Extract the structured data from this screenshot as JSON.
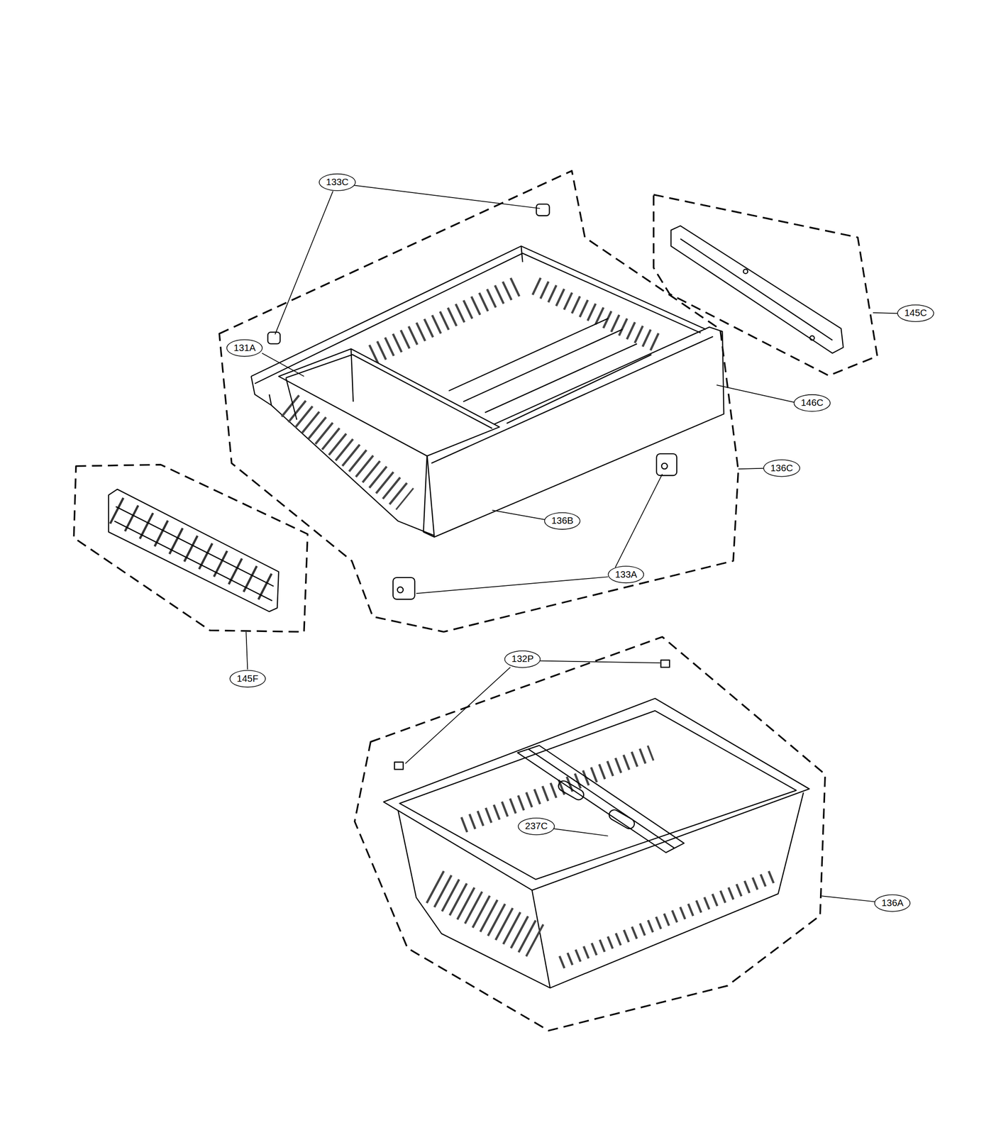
{
  "diagram": {
    "labels": [
      "133C",
      "145C",
      "131A",
      "146C",
      "136C",
      "136B",
      "133A",
      "145F",
      "132P",
      "237C",
      "136A"
    ]
  }
}
